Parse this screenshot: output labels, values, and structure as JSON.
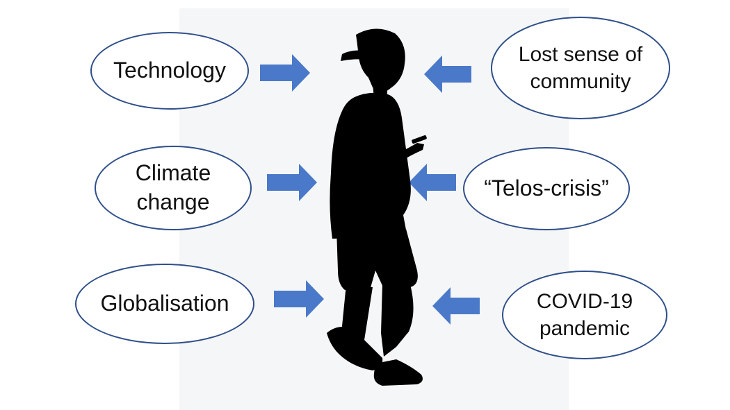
{
  "colors": {
    "border": "#2f4f8a",
    "arrow": "#4a79c9",
    "silhouette": "#000000",
    "panel": "#f5f6f7"
  },
  "left_factors": [
    {
      "lines": [
        "Technology"
      ]
    },
    {
      "lines": [
        "Climate",
        "change"
      ]
    },
    {
      "lines": [
        "Globalisation"
      ]
    }
  ],
  "right_factors": [
    {
      "lines": [
        "Lost sense of",
        "community"
      ]
    },
    {
      "lines": [
        "“Telos-crisis”"
      ]
    },
    {
      "lines": [
        "COVID-19",
        "pandemic"
      ]
    }
  ],
  "center_figure": {
    "icon": "person-with-phone-silhouette"
  }
}
